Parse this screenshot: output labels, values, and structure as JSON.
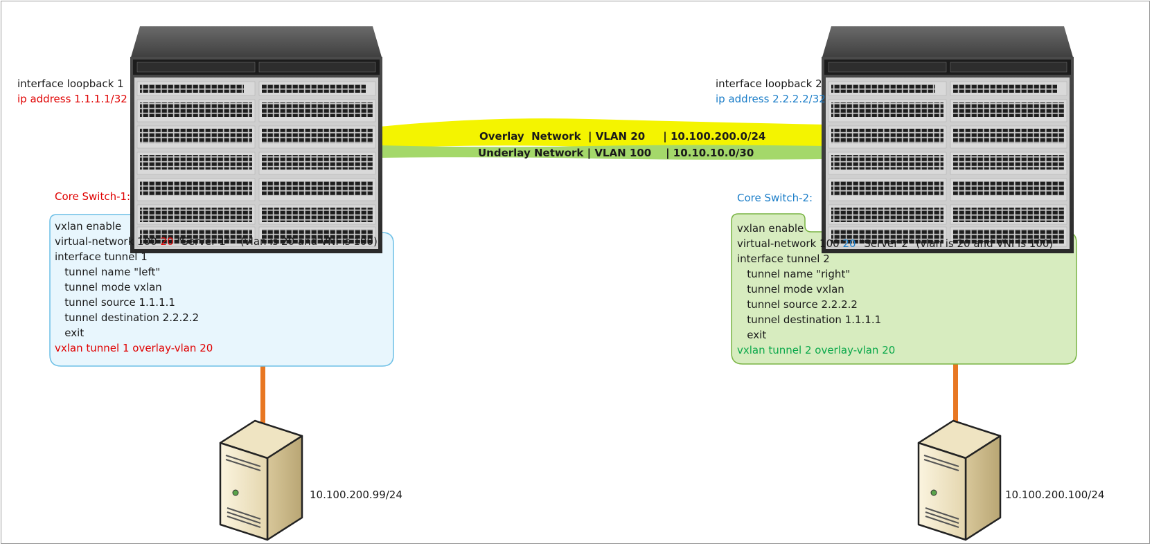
{
  "colors": {
    "red": "#e00000",
    "blue": "#1a7dc8",
    "green": "#0aa84a",
    "overlay_band": "#f4f400",
    "underlay_band": "#a4d86a",
    "link": "#e87722",
    "box1_fill": "#e8f6fd",
    "box1_stroke": "#6cbfe6",
    "box2_fill": "#d7ecbf",
    "box2_stroke": "#79b443"
  },
  "icons": [
    "switch-chassis-icon",
    "server-icon"
  ],
  "switch1": {
    "loopback_line": "interface loopback 1",
    "ip_line": "ip address 1.1.1.1/32",
    "label": "Core Switch-1:",
    "config": {
      "l1": "vxlan enable",
      "l2_pre": "virtual-network 100 ",
      "l2_vlan": "20",
      "l2_post": " \"Server 1\"   (vlan is 20 and VNI is 100)",
      "l3": "interface tunnel 1",
      "l4": "   tunnel name \"left\"",
      "l5": "   tunnel mode vxlan",
      "l6": "   tunnel source 1.1.1.1",
      "l7": "   tunnel destination 2.2.2.2",
      "l8": "   exit",
      "l9": "vxlan tunnel 1 overlay-vlan 20"
    },
    "server_ip": "10.100.200.99/24"
  },
  "switch2": {
    "loopback_line": "interface loopback 2",
    "ip_line": "ip address 2.2.2.2/32",
    "label": "Core Switch-2:",
    "config": {
      "l1": "vxlan enable",
      "l2_pre": "virtual-network 100 ",
      "l2_vlan": "20",
      "l2_post": " \"Server 2\" (vlan is 20 and VNI is 100)",
      "l3": "interface tunnel 2",
      "l4": "   tunnel name \"right\"",
      "l5": "   tunnel mode vxlan",
      "l6": "   tunnel source 2.2.2.2",
      "l7": "   tunnel destination 1.1.1.1",
      "l8": "   exit",
      "l9": "vxlan tunnel 2 overlay-vlan 20"
    },
    "server_ip": "10.100.200.100/24"
  },
  "links": {
    "overlay": "Overlay  Network  | VLAN 20     | 10.100.200.0/24",
    "underlay": "Underlay Network | VLAN 100    | 10.10.10.0/30"
  }
}
